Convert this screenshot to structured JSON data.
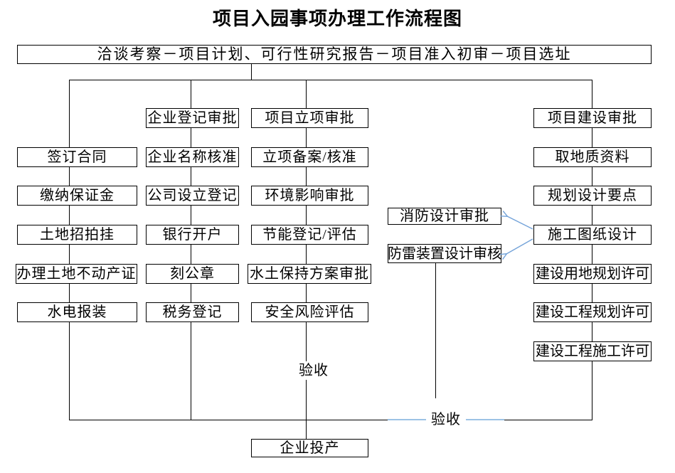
{
  "title": "项目入园事项办理工作流程图",
  "nodes": {
    "top": "洽谈考察－项目计划、可行性研究报告－项目准入初审－项目选址",
    "col1": [
      "签订合同",
      "缴纳保证金",
      "土地招拍挂",
      "办理土地不动产证",
      "水电报装"
    ],
    "col2": [
      "企业登记审批",
      "企业名称核准",
      "公司设立登记",
      "银行开户",
      "刻公章",
      "税务登记"
    ],
    "col3": [
      "项目立项审批",
      "立项备案/核准",
      "环境影响审批",
      "节能登记/评估",
      "水土保持方案审批",
      "安全风险评估"
    ],
    "design": [
      "消防设计审批",
      "防雷装置设计审核"
    ],
    "col5": [
      "项目建设审批",
      "取地质资料",
      "规划设计要点",
      "施工图纸设计",
      "建设用地规划许可",
      "建设工程规划许可",
      "建设工程施工许可"
    ],
    "final": "企业投产",
    "acceptance_center": "验收",
    "acceptance_bottom": "验收"
  },
  "colors": {
    "line": "#000000",
    "text": "#000000",
    "arrow_blue": "#74a3d9",
    "highlight_blue": "#9cc2e5",
    "background": "#ffffff"
  }
}
